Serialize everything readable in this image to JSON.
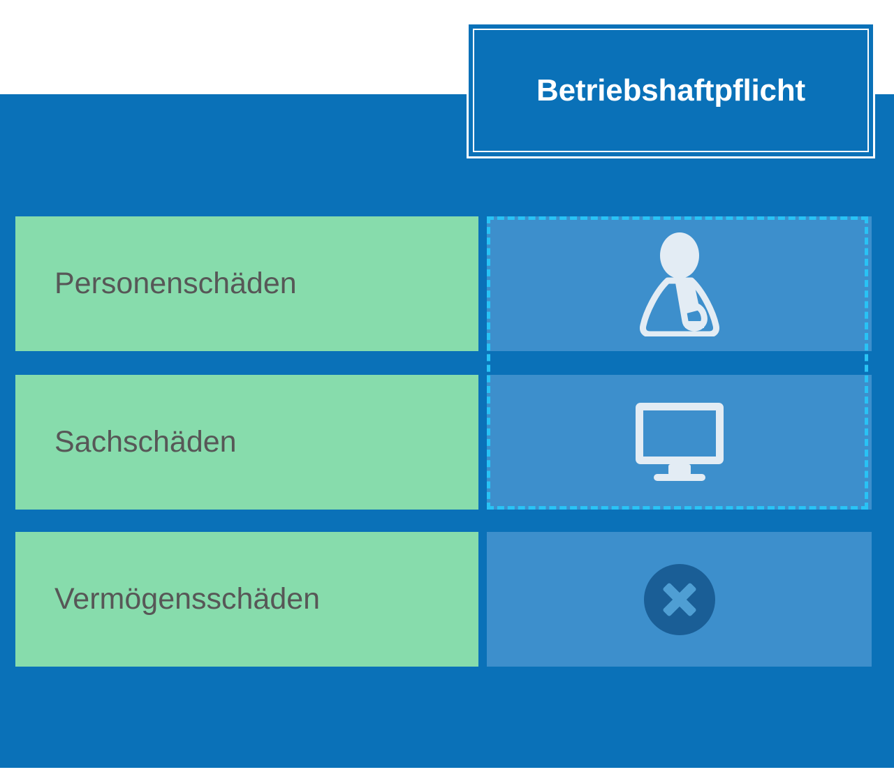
{
  "title": {
    "text": "Betriebshaftpflicht"
  },
  "colors": {
    "background_blue": "#0a71b8",
    "panel_blue": "#3d8fcc",
    "label_green": "#87dcac",
    "label_text": "#575757",
    "highlight_cyan": "#29c3f5",
    "x_circle": "#1a5e96",
    "x_mark": "#4f9ed3",
    "icon_white": "#e3ecf4",
    "title_text": "#ffffff"
  },
  "rows": [
    {
      "label": "Personenschäden",
      "icon": "person-arm-sling-icon",
      "highlighted": true
    },
    {
      "label": "Sachschäden",
      "icon": "computer-monitor-icon",
      "highlighted": true
    },
    {
      "label": "Vermögensschäden",
      "icon": "x-circle-icon",
      "highlighted": false
    }
  ],
  "highlight": {
    "style": "dashed",
    "covers_rows": [
      1,
      2
    ]
  }
}
